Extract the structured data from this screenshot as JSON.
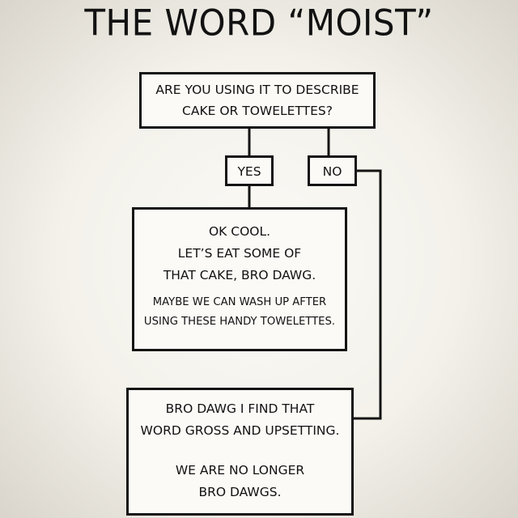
{
  "title": "THE WORD “MOIST”",
  "question": {
    "lines": [
      "ARE YOU USING IT TO DESCRIBE",
      "CAKE OR TOWELETTES?"
    ]
  },
  "answers": {
    "yes": "YES",
    "no": "NO"
  },
  "yes_result": {
    "main_lines": [
      "OK COOL.",
      "LET’S EAT SOME OF",
      "THAT CAKE, BRO DAWG."
    ],
    "sub_lines": [
      "MAYBE WE CAN WASH UP AFTER",
      "USING THESE HANDY TOWELETTES."
    ]
  },
  "no_result": {
    "main_lines": [
      "BRO DAWG I FIND THAT",
      "WORD GROSS AND UPSETTING."
    ],
    "sub_lines": [
      "WE ARE NO LONGER",
      "BRO DAWGS."
    ]
  }
}
